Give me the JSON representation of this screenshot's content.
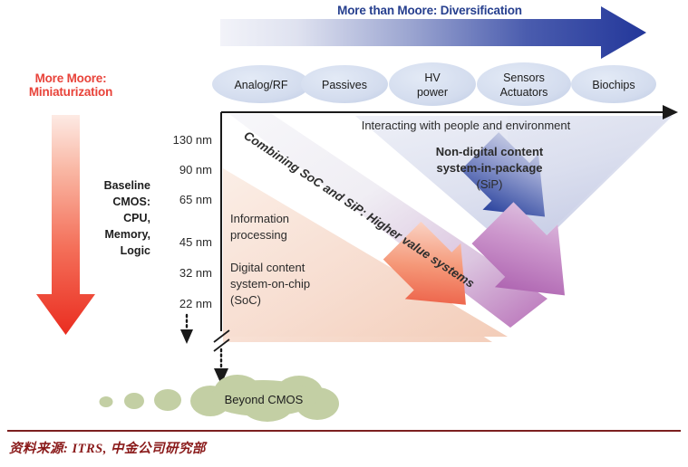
{
  "figure": {
    "headings": {
      "more_than_moore": "More than Moore: Diversification",
      "more_moore_line1": "More Moore:",
      "more_moore_line2": "Miniaturization"
    },
    "baseline_label": [
      "Baseline",
      "CMOS:",
      "CPU,",
      "Memory,",
      "Logic"
    ],
    "technology_nodes": [
      "130 nm",
      "90 nm",
      "65 nm",
      "45 nm",
      "32 nm",
      "22 nm"
    ],
    "domain_bubbles": [
      {
        "label": "Analog/RF",
        "lines": [
          "Analog/RF"
        ]
      },
      {
        "label": "Passives",
        "lines": [
          "Passives"
        ]
      },
      {
        "label": "HV power",
        "lines": [
          "HV",
          "power"
        ]
      },
      {
        "label": "Sensors Actuators",
        "lines": [
          "Sensors",
          "Actuators"
        ]
      },
      {
        "label": "Biochips",
        "lines": [
          "Biochips"
        ]
      }
    ],
    "axis_top_label": "Interacting with people and environment",
    "sip_block": [
      "Non-digital content",
      "system-in-package",
      "(SiP)"
    ],
    "soc_info_block": [
      "Information",
      "processing"
    ],
    "soc_block": [
      "Digital content",
      "system-on-chip",
      "(SoC)"
    ],
    "diagonal_band_label": "Combining SoC and SiP: Higher value systems",
    "beyond_cmos_label": "Beyond CMOS",
    "colors": {
      "more_moore_red": "#e8433a",
      "more_than_moore_blue": "#27408f",
      "soc_region": "#f7dfd2",
      "sip_region": "#dde0ee",
      "purple_arrow": "#c07cc0",
      "beyond_cmos_green": "#c3cfa4",
      "source_rule": "#7c1f1f"
    }
  },
  "source_note": {
    "text": "资料来源: ITRS, 中金公司研究部"
  },
  "chart_data": {
    "type": "diagram",
    "title": "More Moore / More than Moore technology roadmap (ITRS)",
    "axes": {
      "vertical": {
        "label": "More Moore: Miniaturization",
        "direction": "downward",
        "tick_labels": [
          "130 nm",
          "90 nm",
          "65 nm",
          "45 nm",
          "32 nm",
          "22 nm"
        ],
        "continuation": "Beyond CMOS",
        "break": true
      },
      "horizontal": {
        "label": "More than Moore: Diversification",
        "direction": "rightward",
        "categories": [
          "Analog/RF",
          "Passives",
          "HV power",
          "Sensors Actuators",
          "Biochips"
        ],
        "annotation": "Interacting with people and environment"
      }
    },
    "regions": [
      {
        "name": "Digital content system-on-chip (SoC)",
        "color": "#f7dfd2",
        "notes": "Information processing"
      },
      {
        "name": "Non-digital content system-in-package (SiP)",
        "color": "#dde0ee",
        "notes": "Interacting with people and environment"
      },
      {
        "name": "Combining SoC and SiP: Higher value systems",
        "color": "#c07cc0",
        "notes": "diagonal band"
      }
    ],
    "legend_position": "none",
    "grid": false
  }
}
